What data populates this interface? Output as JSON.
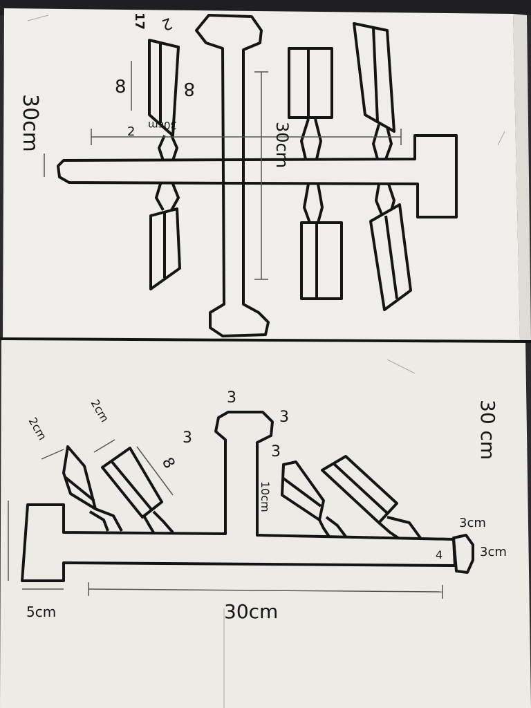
{
  "colors": {
    "paper": "#efeeea",
    "ink": "#141414",
    "pencil": "#8a8a88",
    "desk": "#2b2b2d"
  },
  "top_view": {
    "side_length": "30cm",
    "height_label": "30cm",
    "panel_height": "8",
    "panel_height_right": "8",
    "panel_width": "2",
    "gap_label": "2",
    "small_label": "30cm"
  },
  "side_view": {
    "height_label": "30 cm",
    "length_label": "30cm",
    "base_label": "5cm",
    "tip_width": "3cm",
    "tip_height": "3cm",
    "tip_inner": "4",
    "top_a": "3",
    "top_b": "3",
    "top_c": "3",
    "top_d": "3",
    "panel_len": "8",
    "panel_w1": "2cm",
    "panel_w2": "2cm",
    "stem_label": "10cm"
  },
  "corner_tag": "17"
}
